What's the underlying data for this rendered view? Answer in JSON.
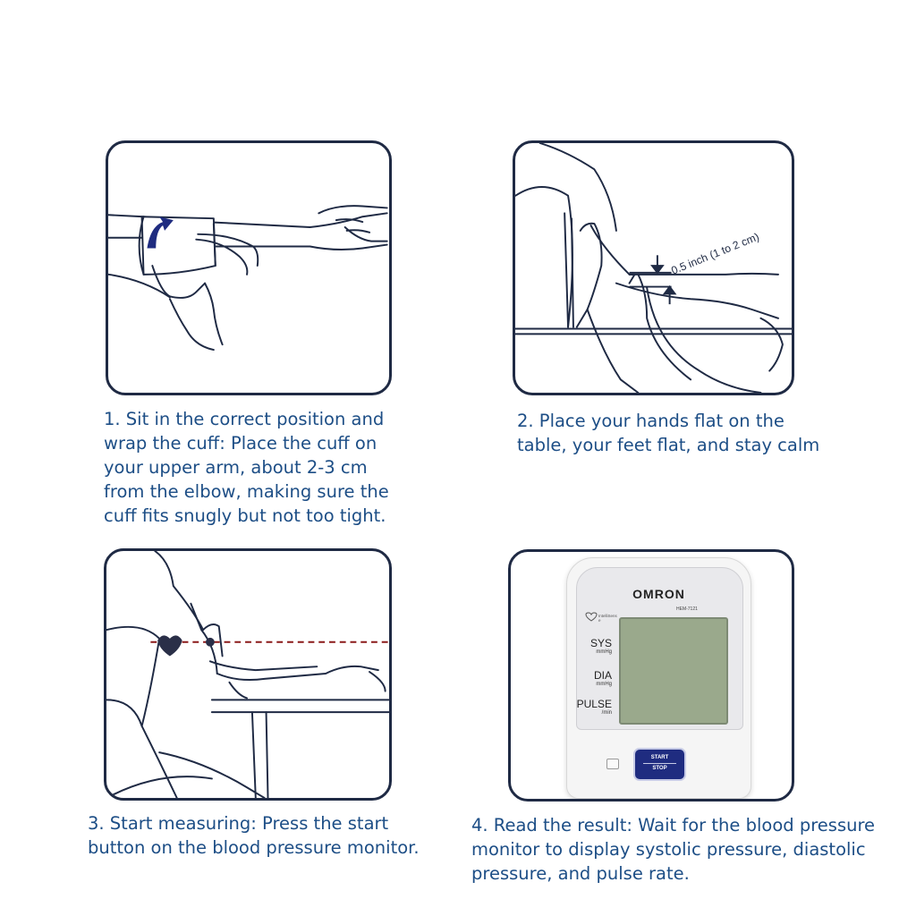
{
  "steps": [
    {
      "caption_lines": [
        "1. Sit in the correct position and",
        "wrap the cuff: Place the cuff on",
        "your upper arm, about 2-3 cm",
        "from the elbow, making sure the",
        "cuff fits snugly but not too tight."
      ]
    },
    {
      "caption_lines": [
        "2. Place your hands flat on the",
        "table, your feet flat, and stay calm"
      ],
      "measure_label": "0.5 inch (1 to 2 cm)"
    },
    {
      "caption_lines": [
        "3. Start measuring: Press the start",
        "button on the blood pressure monitor."
      ]
    },
    {
      "caption_lines": [
        "4. Read the result: Wait for the blood pressure",
        "monitor to display systolic pressure, diastolic",
        "pressure, and pulse rate."
      ]
    }
  ],
  "monitor": {
    "brand": "OMRON",
    "model": "HEM-7121",
    "sense_label": "IntelliSense",
    "sys_label": "SYS",
    "sys_unit": "mmHg",
    "dia_label": "DIA",
    "dia_unit": "mmHg",
    "pulse_label": "PULSE",
    "pulse_unit": "/min",
    "start_label": "START",
    "stop_label": "STOP"
  },
  "colors": {
    "caption_text": "#1d4e86",
    "panel_border": "#1f2a44",
    "reference_line": "#8b1a1a",
    "lcd_screen": "#9aa98c",
    "start_button": "#1f2c80"
  }
}
